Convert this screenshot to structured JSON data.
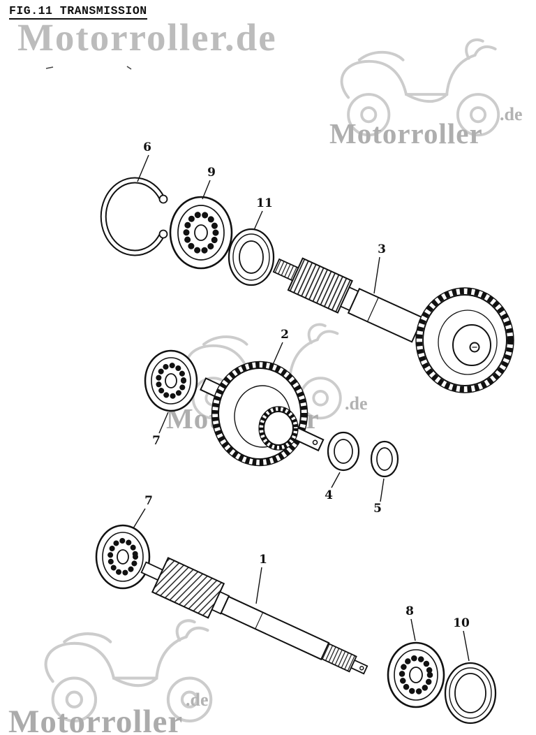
{
  "figure": {
    "title": "FIG.11 TRANSMISSION"
  },
  "watermark": {
    "full": "Motorroller.de",
    "brand": "Motorroller",
    "tld": ".de"
  },
  "colors": {
    "ink": "#111111",
    "watermark_gray": "#bcbcbc",
    "paper": "#ffffff"
  },
  "parts": [
    {
      "number": "6",
      "name": "circlip"
    },
    {
      "number": "9",
      "name": "bearing"
    },
    {
      "number": "11",
      "name": "seal-ring"
    },
    {
      "number": "3",
      "name": "gear-shaft"
    },
    {
      "number": "2",
      "name": "counter-gear"
    },
    {
      "number": "7",
      "name": "bearing"
    },
    {
      "number": "4",
      "name": "washer"
    },
    {
      "number": "5",
      "name": "washer"
    },
    {
      "number": "7",
      "name": "bearing"
    },
    {
      "number": "1",
      "name": "drive-shaft"
    },
    {
      "number": "8",
      "name": "bearing"
    },
    {
      "number": "10",
      "name": "seal-ring"
    }
  ]
}
